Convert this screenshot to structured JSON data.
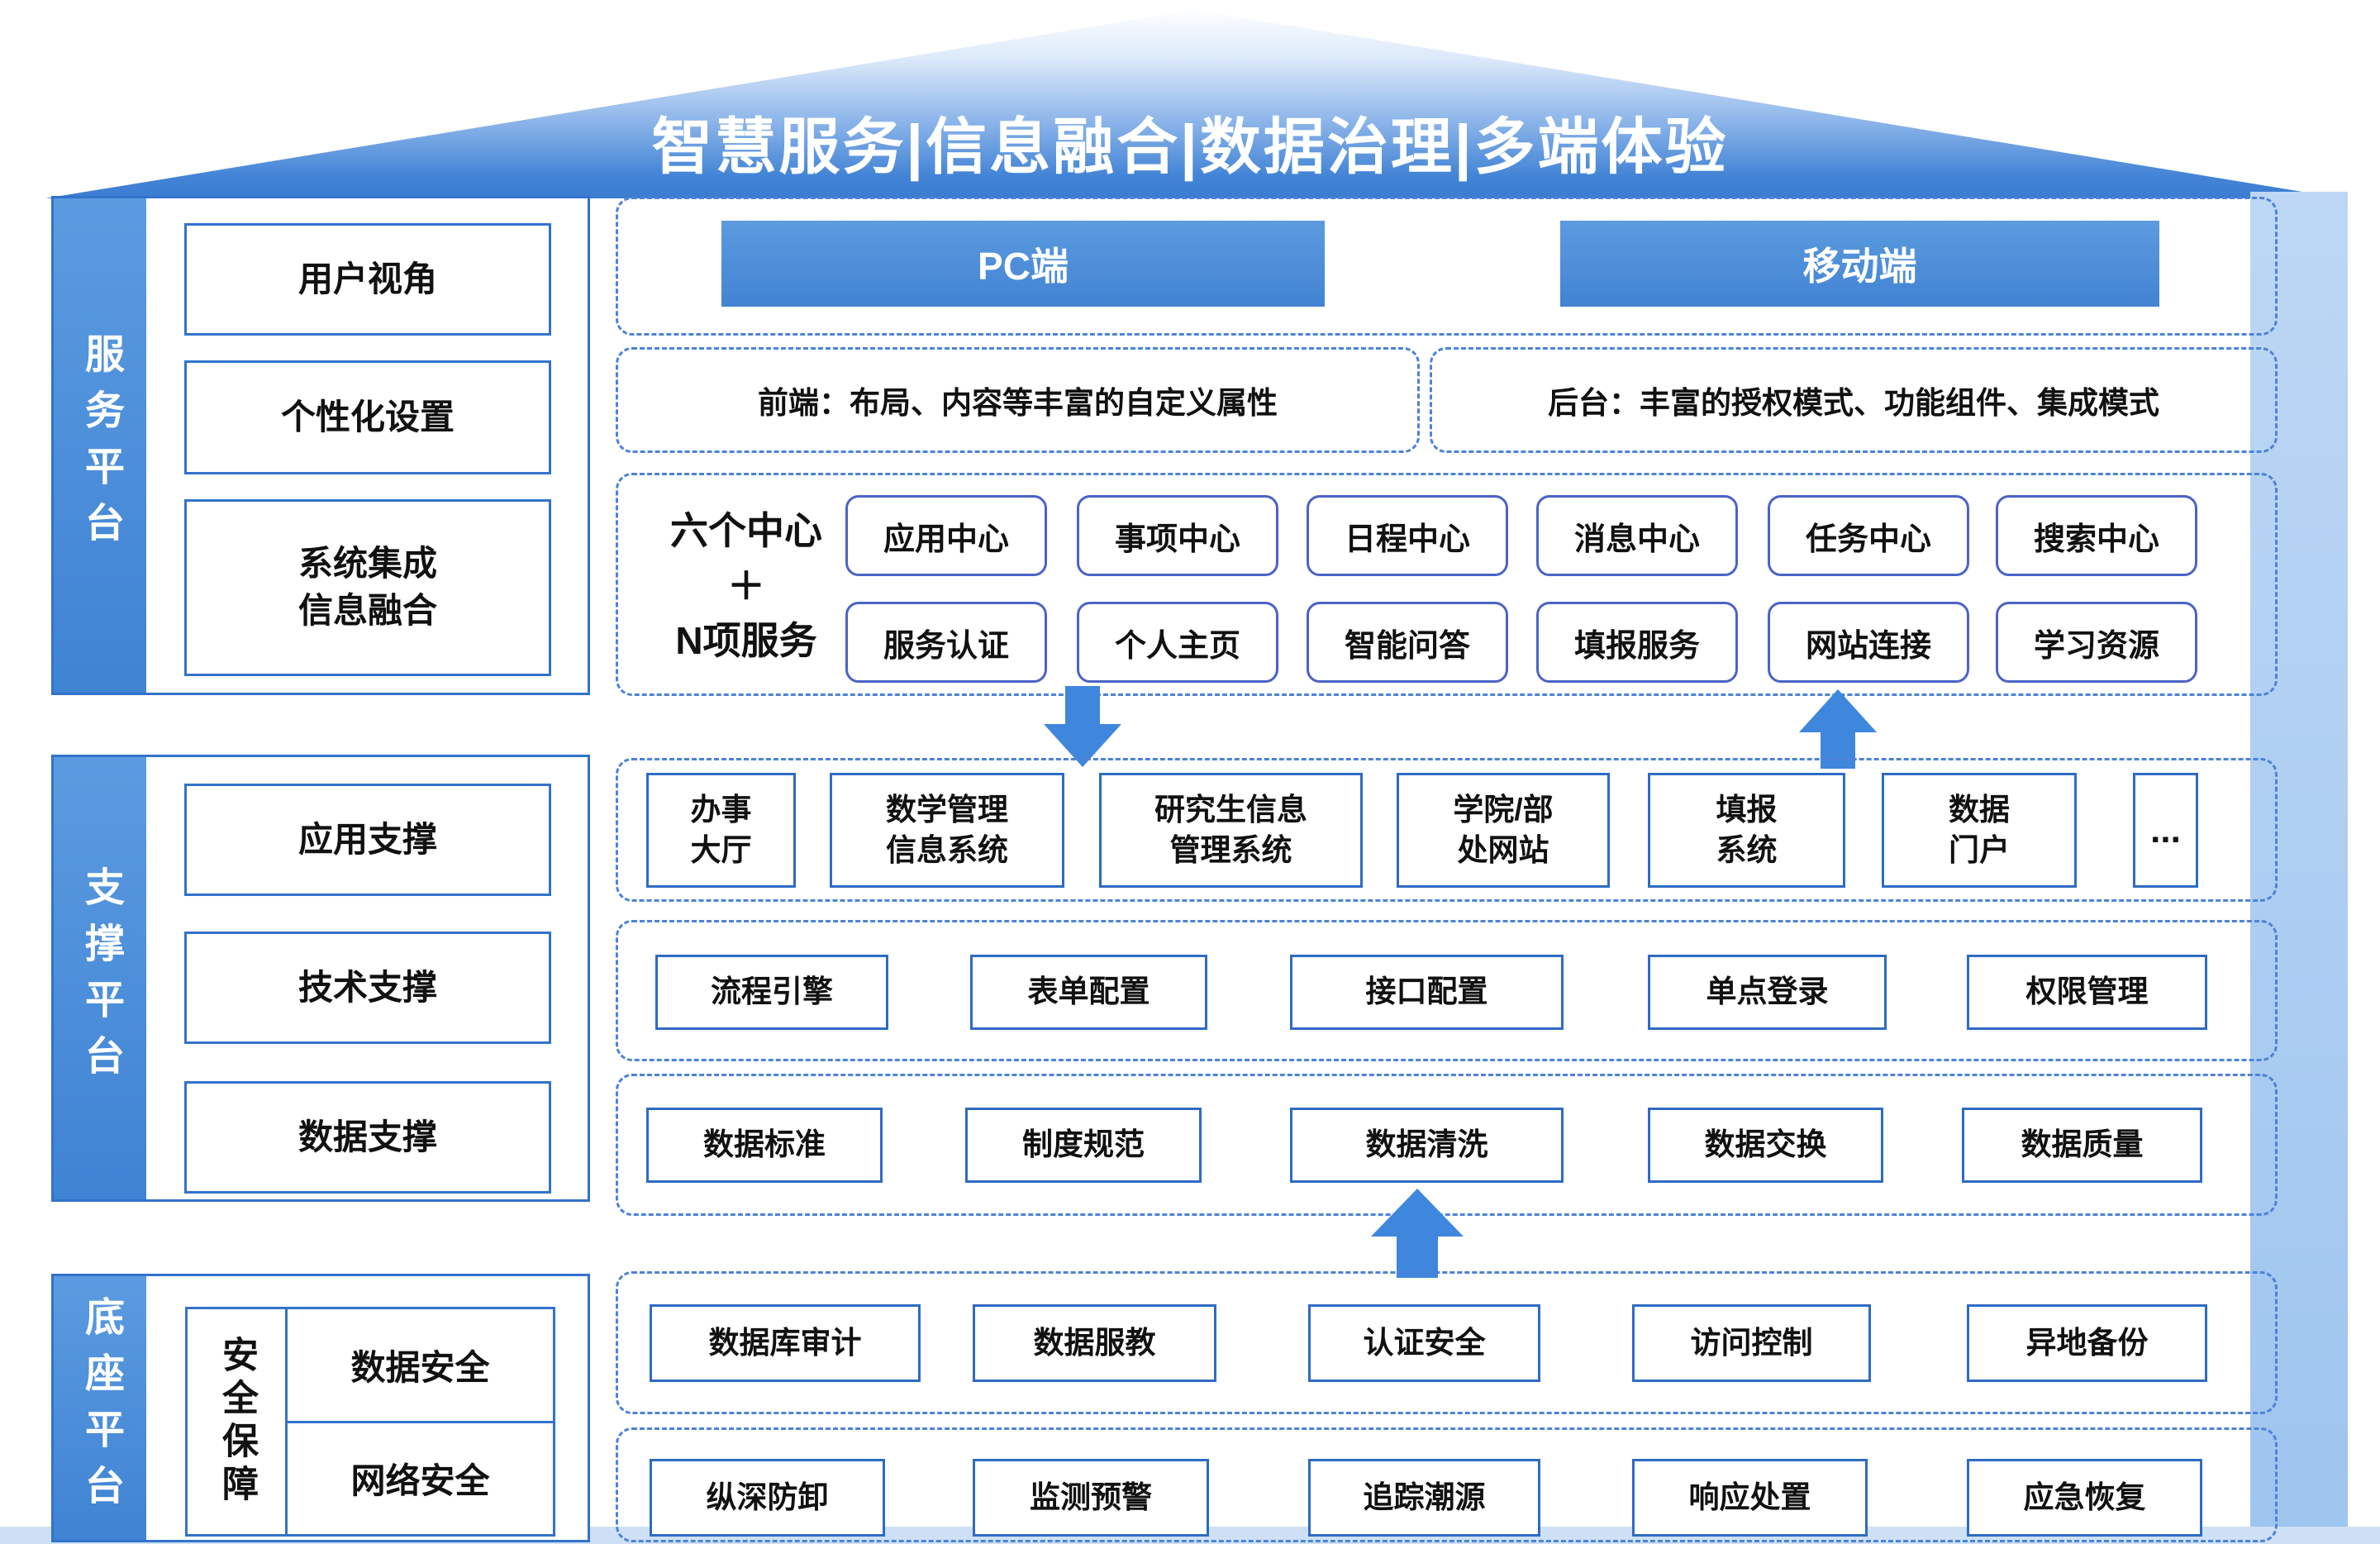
{
  "roof": {
    "title": "智慧服务|信息融合|数据治理|多端体验"
  },
  "sidebar": {
    "sections": [
      {
        "label": "服务平台",
        "items": [
          "用户视角",
          "个性化设置",
          "系统集成\n信息融合"
        ]
      },
      {
        "label": "支撑平台",
        "items": [
          "应用支撑",
          "技术支撑",
          "数据支撑"
        ]
      },
      {
        "label": "底座平台",
        "items": []
      }
    ],
    "security_group": {
      "label": "安全保障",
      "cells": [
        "数据安全",
        "网络安全"
      ]
    }
  },
  "terminals": {
    "items": [
      "PC端",
      "移动端"
    ]
  },
  "modes": {
    "front": "前端：布局、内容等丰富的自定义属性",
    "back": "后台：丰富的授权模式、功能组件、集成模式"
  },
  "centers": {
    "label_top": "六个中心",
    "label_plus": "＋",
    "label_bottom": "N项服务",
    "row1": [
      "应用中心",
      "事项中心",
      "日程中心",
      "消息中心",
      "任务中心",
      "搜索中心"
    ],
    "row2": [
      "服务认证",
      "个人主页",
      "智能问答",
      "填报服务",
      "网站连接",
      "学习资源"
    ]
  },
  "systems": {
    "items": [
      "办事\n大厅",
      "数学管理\n信息系统",
      "研究生信息\n管理系统",
      "学院/部\n处网站",
      "填报\n系统",
      "数据\n门户",
      "..."
    ]
  },
  "tech_row": {
    "items": [
      "流程引擎",
      "表单配置",
      "接口配置",
      "单点登录",
      "权限管理"
    ]
  },
  "data_row": {
    "items": [
      "数据标准",
      "制度规范",
      "数据清洗",
      "数据交换",
      "数据质量"
    ]
  },
  "security_row1": {
    "items": [
      "数据库审计",
      "数据服教",
      "认证安全",
      "访问控制",
      "异地备份"
    ]
  },
  "security_row2": {
    "items": [
      "纵深防卸",
      "监测预警",
      "追踪潮源",
      "响应处置",
      "应急恢复"
    ]
  },
  "colors": {
    "primary": "#4285d2",
    "border_solid": "#2e6bc4",
    "border_dashed": "#4d82d8",
    "band": "#aecdf1"
  }
}
